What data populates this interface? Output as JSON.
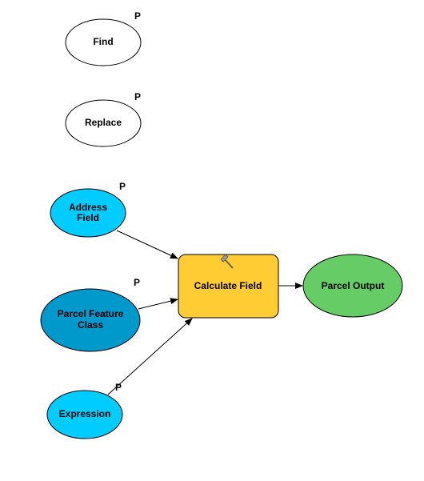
{
  "colors": {
    "variable_light": "#00ccff",
    "variable_dark": "#0099cc",
    "tool": "#ffcc33",
    "derived_output": "#66cc66",
    "unconnected_variable": "#ffffff",
    "outline": "#000000"
  },
  "nodes": {
    "find": {
      "label": "Find",
      "type": "variable",
      "param": "P"
    },
    "replace": {
      "label": "Replace",
      "type": "variable",
      "param": "P"
    },
    "address_field": {
      "label_line1": "Address",
      "label_line2": "Field",
      "type": "variable",
      "param": "P"
    },
    "parcel_feature_class": {
      "label_line1": "Parcel Feature",
      "label_line2": "Class",
      "type": "dataset",
      "param": "P"
    },
    "expression": {
      "label": "Expression",
      "type": "variable",
      "param": "P"
    },
    "calculate_field": {
      "label": "Calculate Field",
      "type": "tool",
      "icon": "hammer-icon"
    },
    "parcel_output": {
      "label": "Parcel Output",
      "type": "derived-data"
    }
  },
  "connections": [
    {
      "from": "Address Field",
      "to": "Calculate Field"
    },
    {
      "from": "Parcel Feature Class",
      "to": "Calculate Field"
    },
    {
      "from": "Expression",
      "to": "Calculate Field"
    },
    {
      "from": "Calculate Field",
      "to": "Parcel Output"
    }
  ]
}
